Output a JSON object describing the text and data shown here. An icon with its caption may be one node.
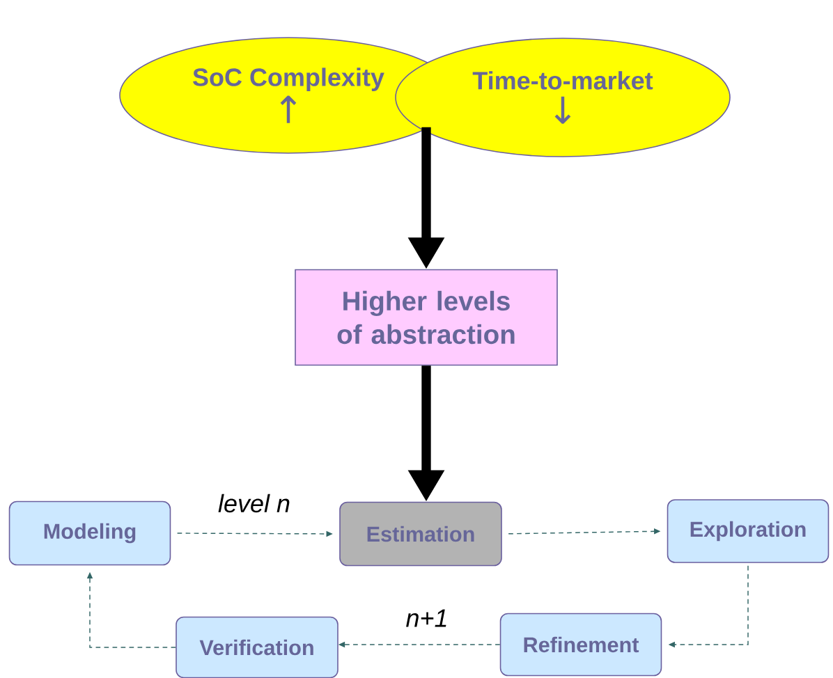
{
  "diagram": {
    "nodes": [
      {
        "text": [
          "SoC Complexity",
          "↑"
        ]
      },
      {
        "text": [
          "Time-to-market",
          "↓"
        ]
      },
      {
        "text": [
          "Higher levels of abstraction"
        ]
      },
      {
        "text": [
          "Modeling"
        ]
      },
      {
        "text": [
          "Estimation"
        ]
      },
      {
        "text": [
          "Exploration"
        ]
      },
      {
        "text": [
          "Verification"
        ]
      },
      {
        "text": [
          "Refinement"
        ]
      }
    ],
    "edges": [
      {
        "from": 0,
        "to": 2,
        "arrow": "to",
        "style": "thick",
        "color": "#000000"
      },
      {
        "from": 1,
        "to": 2,
        "arrow": "to",
        "style": "thick",
        "color": "#000000"
      },
      {
        "from": 2,
        "to": 4,
        "arrow": "to",
        "style": "thick",
        "color": "#000000"
      },
      {
        "from": 3,
        "to": 4,
        "arrow": "to",
        "style": "dashed",
        "color": "#336666",
        "label": "level n"
      },
      {
        "from": 4,
        "to": 5,
        "arrow": "to",
        "style": "dashed",
        "color": "#336666"
      },
      {
        "from": 5,
        "to": 7,
        "arrow": "to",
        "style": "dashed",
        "color": "#336666"
      },
      {
        "from": 7,
        "to": 6,
        "arrow": "to",
        "style": "dashed",
        "color": "#336666",
        "label": "n+1"
      },
      {
        "from": 6,
        "to": 3,
        "arrow": "to",
        "style": "dashed",
        "color": "#336666"
      }
    ]
  }
}
